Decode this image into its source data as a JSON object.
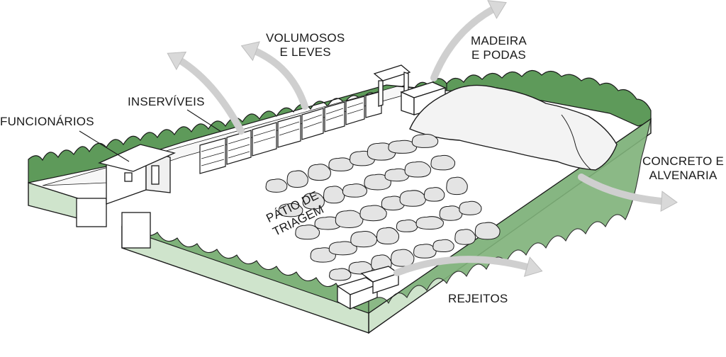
{
  "labels": {
    "funcionarios": "FUNCIONÁRIOS",
    "inserviveis": "INSERVÍVEIS",
    "volumosos_line1": "VOLUMOSOS",
    "volumosos_line2": "E LEVES",
    "madeira_line1": "MADEIRA",
    "madeira_line2": "E PODAS",
    "concreto_line1": "CONCRETO E",
    "concreto_line2": "ALVENARIA",
    "patio_line1": "PÁTIO DE",
    "patio_line2": "TRIAGEM",
    "rejeitos": "REJEITOS"
  },
  "icons": [
    "arrow-icon",
    "building-icon",
    "bay-icon",
    "container-icon",
    "rubble-icon",
    "vegetation-icon"
  ],
  "colors": {
    "vegetation": "#5e9a5a",
    "soil_wall": "#cfe4cc",
    "arrow_fill": "#e6e6e6",
    "outline": "#1a1a1a"
  }
}
